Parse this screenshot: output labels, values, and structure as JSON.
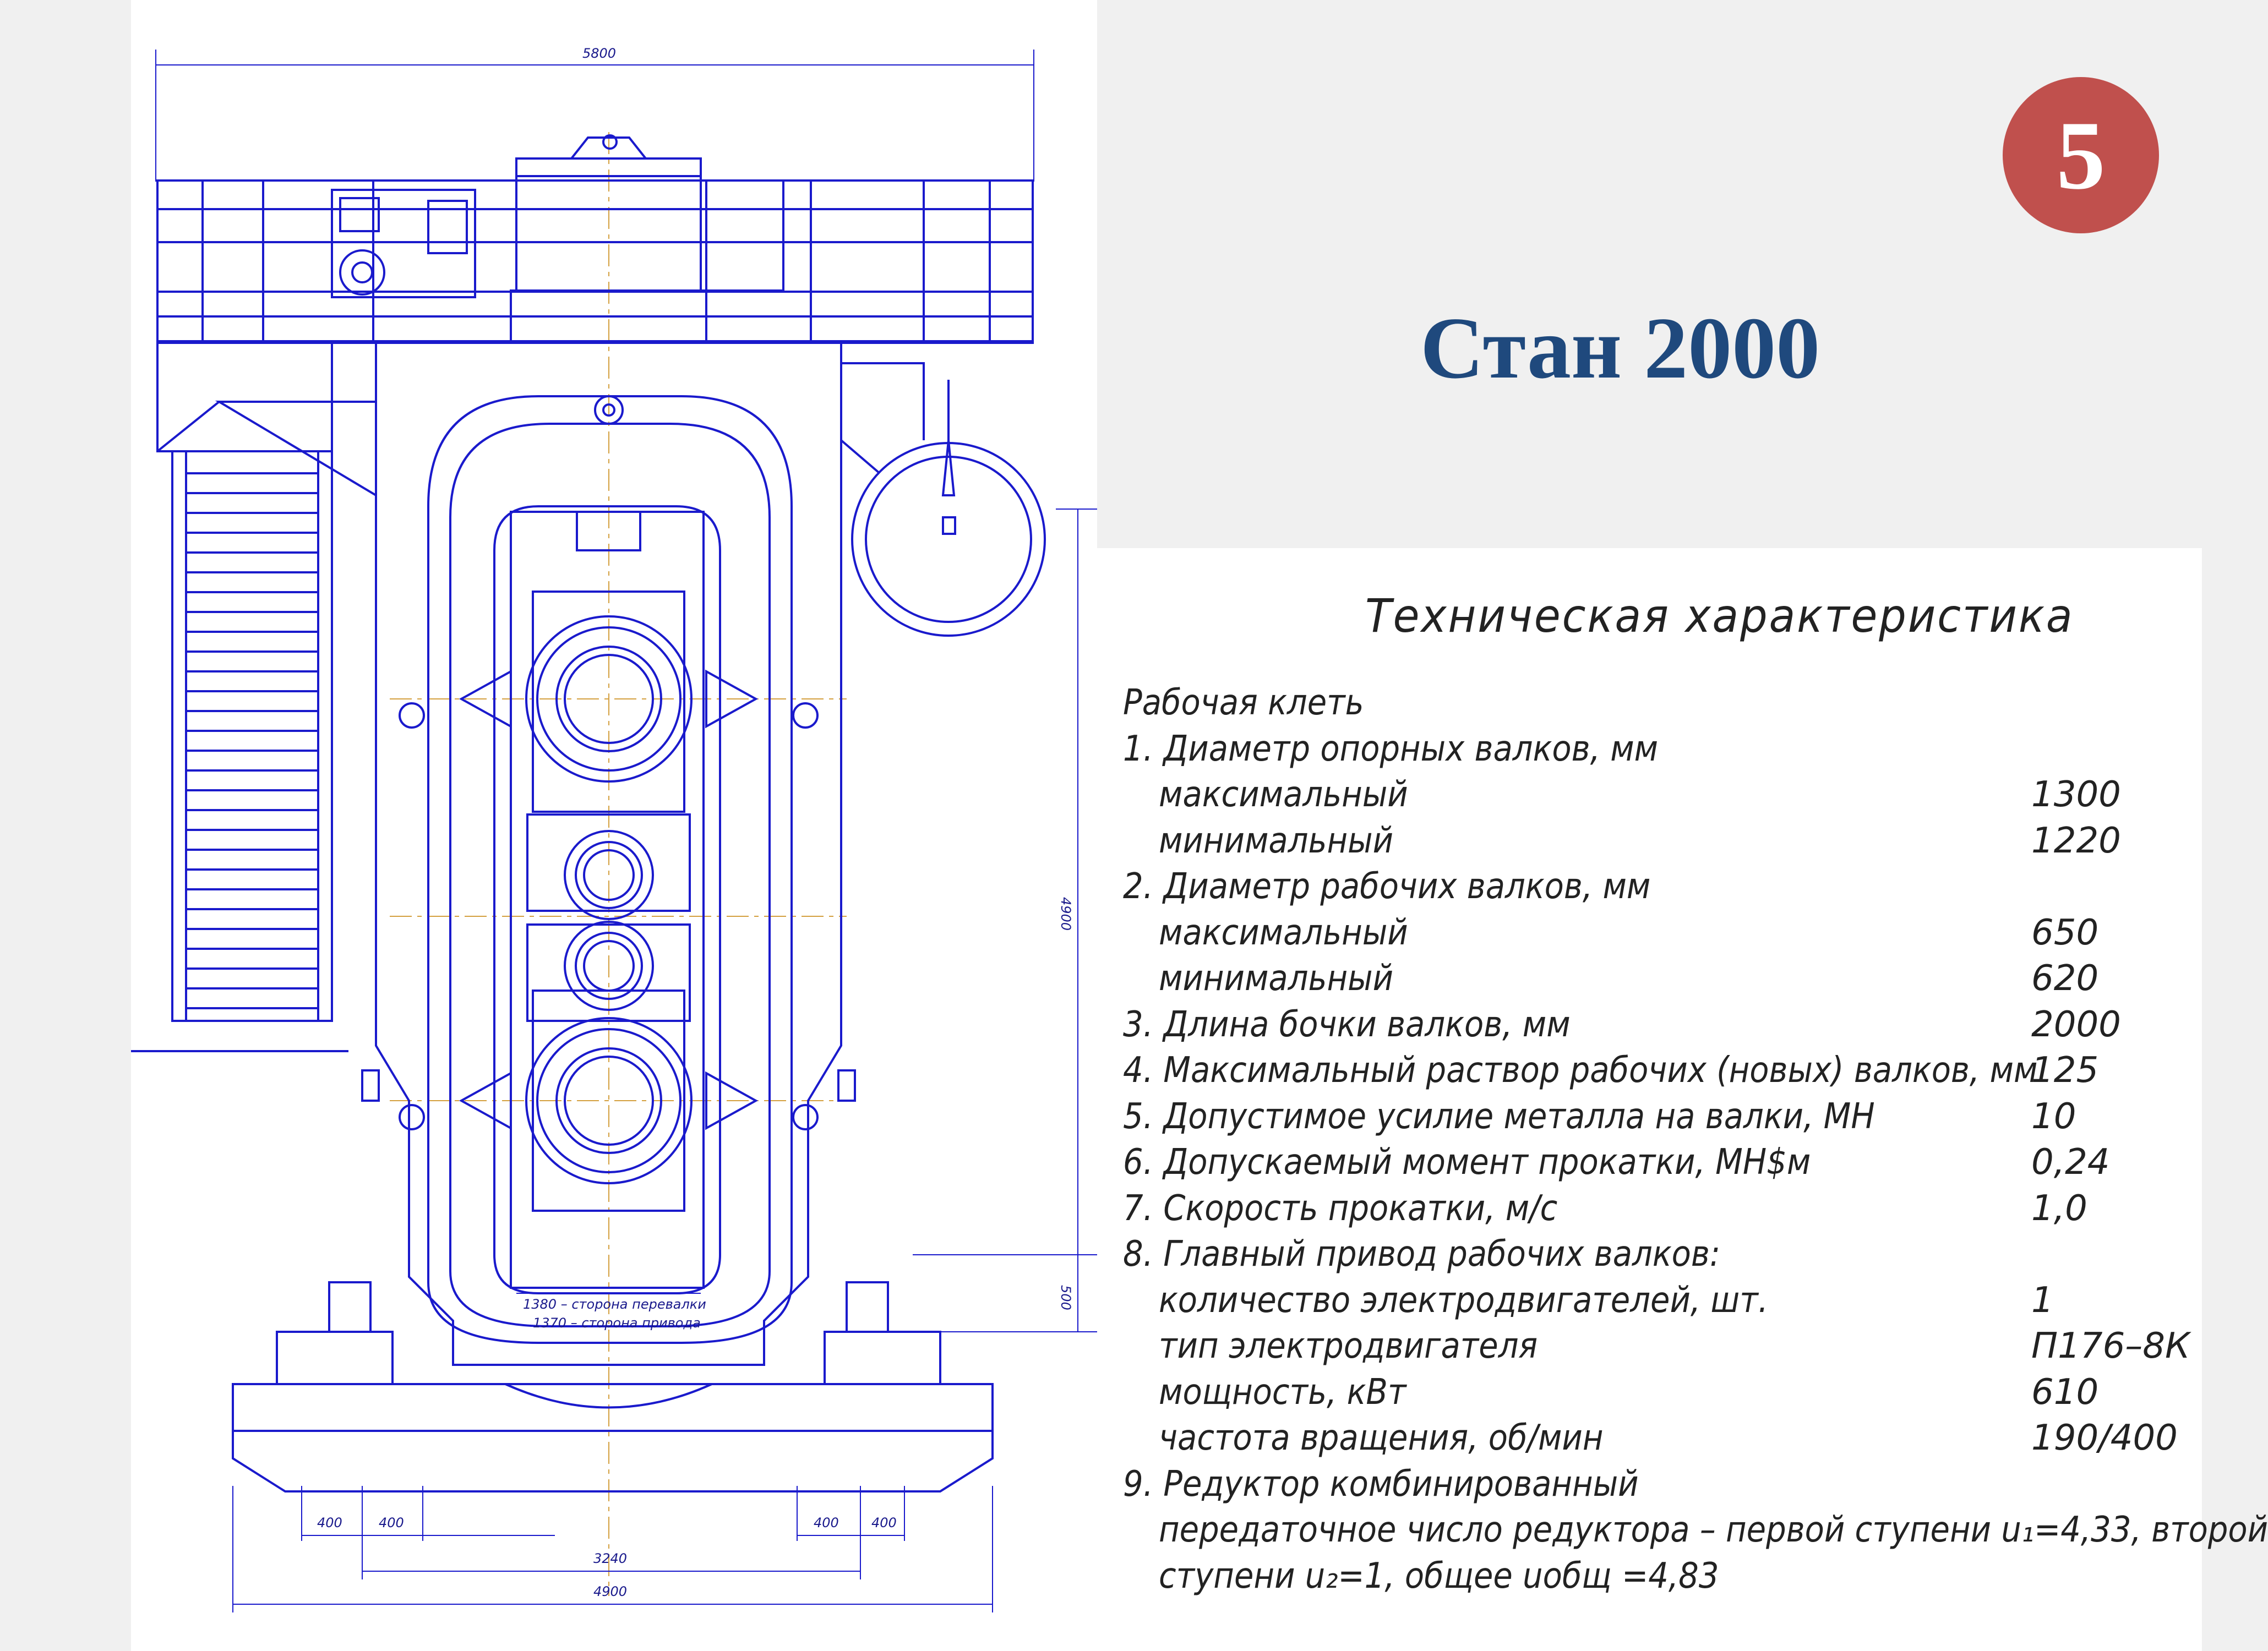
{
  "slide": {
    "number": "5",
    "title": "Стан 2000",
    "badge_color": "#c0504d",
    "title_color": "#1f497d",
    "drawing_color": "#1a1acc",
    "axis_color": "#d4a040"
  },
  "drawing": {
    "dimensions": {
      "top_width": "5800",
      "height_main": "4900",
      "height_base": "500",
      "bottom_400_a": "400",
      "bottom_400_b": "400",
      "bottom_400_c": "400",
      "bottom_400_d": "400",
      "bottom_3240": "3240",
      "bottom_4900": "4900",
      "note_transfer_side": "1380 – сторона перевалки",
      "note_drive_side": "1370 – сторона привода"
    }
  },
  "spec": {
    "heading": "Техническая характеристика",
    "lines": [
      {
        "label": "Рабочая клеть",
        "value": ""
      },
      {
        "label": "1. Диаметр опорных валков, мм",
        "value": ""
      },
      {
        "label": "максимальный",
        "value": "1300"
      },
      {
        "label": "минимальный",
        "value": "1220"
      },
      {
        "label": "2. Диаметр рабочих валков, мм",
        "value": ""
      },
      {
        "label": "максимальный",
        "value": "650"
      },
      {
        "label": "минимальный",
        "value": "620"
      },
      {
        "label": "3. Длина бочки валков, мм",
        "value": "2000"
      },
      {
        "label": "4. Максимальный раствор рабочих (новых) валков, мм",
        "value": "125"
      },
      {
        "label": "5. Допустимое усилие металла на валки, МН",
        "value": "10"
      },
      {
        "label": "6. Допускаемый момент прокатки, МН$м",
        "value": "0,24"
      },
      {
        "label": "7. Скорость прокатки, м/с",
        "value": "1,0"
      },
      {
        "label": "8. Главный привод рабочих валков:",
        "value": ""
      },
      {
        "label": "количество электродвигателей, шт.",
        "value": "1"
      },
      {
        "label": "тип электродвигателя",
        "value": "П176–8К"
      },
      {
        "label": "мощность, кВт",
        "value": "610"
      },
      {
        "label": "частота вращения, об/мин",
        "value": "190/400"
      },
      {
        "label": "9. Редуктор комбинированный",
        "value": ""
      },
      {
        "label": "передаточное число редуктора – первой ступени u₁=4,33, второй",
        "value": ""
      },
      {
        "label": "ступени u₂=1, общее uобщ =4,83",
        "value": ""
      }
    ]
  }
}
